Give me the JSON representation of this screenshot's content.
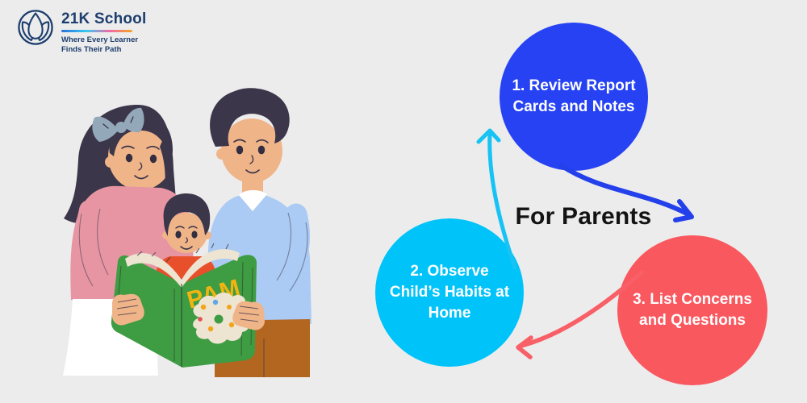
{
  "page": {
    "background_color": "#ECECEC"
  },
  "logo": {
    "title": "21K School",
    "tagline_line1": "Where Every Learner",
    "tagline_line2": "Finds Their Path",
    "brand_color": "#1D3E6E",
    "underline_gradient": [
      "#2D6FD8",
      "#38C9F2",
      "#F06AA7",
      "#F5A623"
    ],
    "icon": "lotus-in-circle-icon"
  },
  "center_label": "For Parents",
  "steps": [
    {
      "number": 1,
      "label": "1. Review Report Cards and Notes",
      "lines": [
        "1. Review Report",
        "Cards and Notes"
      ],
      "color": "#2642F3",
      "text_color": "#FFFFFF"
    },
    {
      "number": 2,
      "label": "2. Observe Child’s Habits at Home",
      "lines": [
        "2. Observe",
        "Child’s Habits at",
        "Home"
      ],
      "color": "#00C3F9",
      "text_color": "#FFFFFF"
    },
    {
      "number": 3,
      "label": "3. List Concerns and Questions",
      "lines": [
        "3. List Concerns",
        "and Questions"
      ],
      "color": "#F9585F",
      "text_color": "#FFFFFF"
    }
  ],
  "arrows": [
    {
      "from": "step-2",
      "to": "step-1",
      "color": "#17C3F4"
    },
    {
      "from": "step-1",
      "to": "step-3",
      "color": "#2440EB"
    },
    {
      "from": "step-3",
      "to": "step-2",
      "color": "#F85F66"
    }
  ],
  "illustration": {
    "name": "family-reading-book",
    "book_title": "PAM",
    "book_color": "#3E9C43",
    "figures": [
      "mother",
      "child",
      "father"
    ]
  }
}
